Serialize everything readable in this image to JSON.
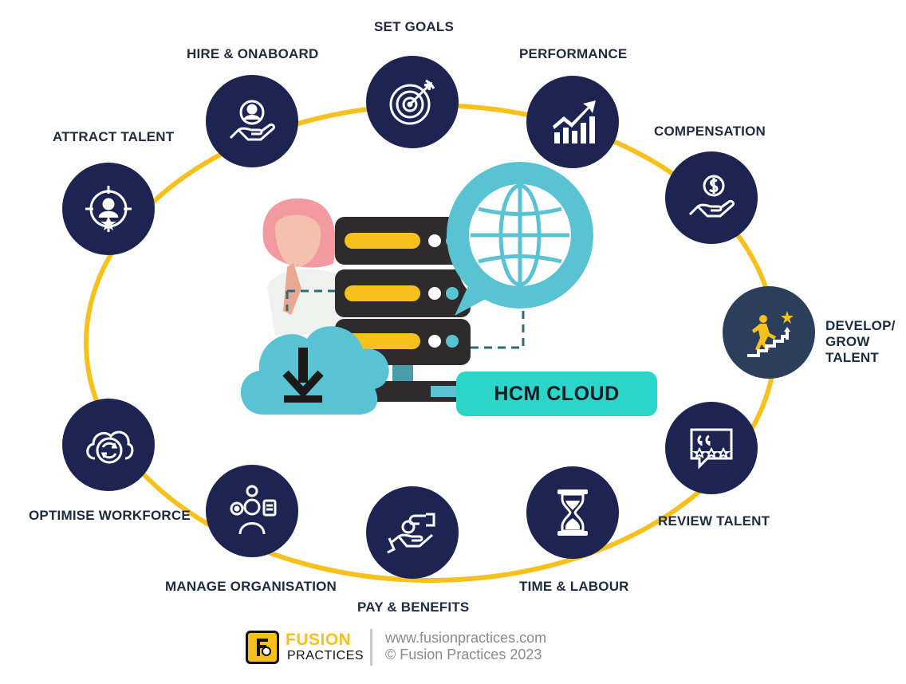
{
  "center": {
    "badge_label": "HCM CLOUD"
  },
  "nodes": [
    {
      "key": "attract",
      "label": "ATTRACT TALENT",
      "icon": "target-person-icon"
    },
    {
      "key": "hire",
      "label": "HIRE & ONABOARD",
      "icon": "hand-person-icon"
    },
    {
      "key": "goals",
      "label": "SET GOALS",
      "icon": "target-arrow-icon"
    },
    {
      "key": "performance",
      "label": "PERFORMANCE",
      "icon": "growth-chart-icon"
    },
    {
      "key": "compensation",
      "label": "COMPENSATION",
      "icon": "hand-coin-icon"
    },
    {
      "key": "develop",
      "label": "DEVELOP/ GROW TALENT",
      "icon": "climbing-stairs-icon"
    },
    {
      "key": "review",
      "label": "REVIEW TALENT",
      "icon": "review-stars-icon"
    },
    {
      "key": "time",
      "label": "TIME & LABOUR",
      "icon": "hourglass-icon"
    },
    {
      "key": "pay",
      "label": "PAY & BENEFITS",
      "icon": "handshake-coin-icon"
    },
    {
      "key": "organisation",
      "label": "MANAGE ORGANISATION",
      "icon": "person-gears-icon"
    },
    {
      "key": "optimise",
      "label": "OPTIMISE WORKFORCE",
      "icon": "cloud-cycle-icon"
    }
  ],
  "footer": {
    "brand_top": "FUSION",
    "brand_bottom": "PRACTICES",
    "url": "www.fusionpractices.com",
    "copyright": "© Fusion Practices 2023"
  },
  "colors": {
    "ring": "#f6c11d",
    "node": "#1d2452",
    "node_alt": "#2b3f5d",
    "accent_teal": "#2bd6c9",
    "server": "#2d2b2b",
    "server_slot": "#f6c11d",
    "cloud": "#5ac3d3",
    "hair": "#f29a9f"
  }
}
